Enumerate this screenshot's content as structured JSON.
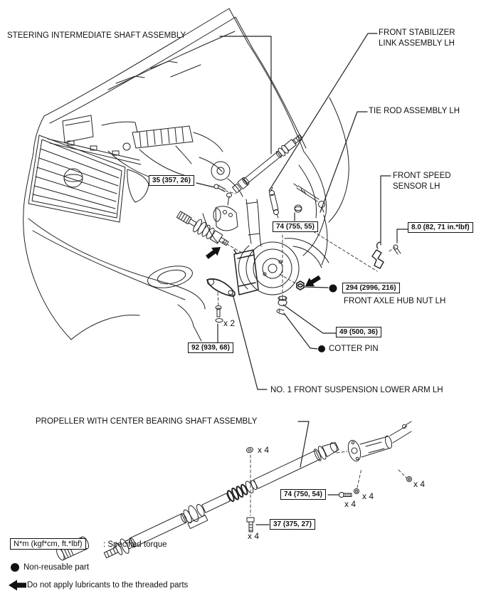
{
  "figure": {
    "part_labels": {
      "steering": "STEERING INTERMEDIATE SHAFT ASSEMBLY",
      "stabilizer_line1": "FRONT STABILIZER",
      "stabilizer_line2": "LINK ASSEMBLY LH",
      "tie_rod": "TIE ROD ASSEMBLY LH",
      "speed_sensor_line1": "FRONT SPEED",
      "speed_sensor_line2": "SENSOR LH",
      "hub_nut": "FRONT AXLE HUB NUT LH",
      "cotter_pin": "COTTER PIN",
      "lower_arm": "NO. 1 FRONT SUSPENSION LOWER ARM LH",
      "propeller": "PROPELLER WITH CENTER BEARING SHAFT ASSEMBLY"
    },
    "torque_specs": {
      "t35": "35 (357, 26)",
      "t74a": "74 (755, 55)",
      "t80": "8.0 (82, 71 in.*lbf)",
      "t294": "294 (2996, 216)",
      "t49": "49 (500, 36)",
      "t92": "92 (939, 68)",
      "t74b": "74 (750, 54)",
      "t37": "37 (375, 27)"
    },
    "multipliers": {
      "x2": "x 2",
      "x4": "x 4"
    },
    "legend": {
      "torque_box": "N*m (kgf*cm, ft.*lbf)",
      "torque_text": ": Specified torque",
      "non_reusable": "Non-reusable part",
      "no_lubricant": "Do not apply lubricants to the threaded parts"
    },
    "icons": {
      "non_reusable_dot": "filled-circle",
      "direction_arrow": "filled-arrow",
      "no_lubricant_arrow": "filled-left-arrow"
    },
    "colors": {
      "line": "#1a1a1a",
      "background": "#ffffff"
    }
  }
}
